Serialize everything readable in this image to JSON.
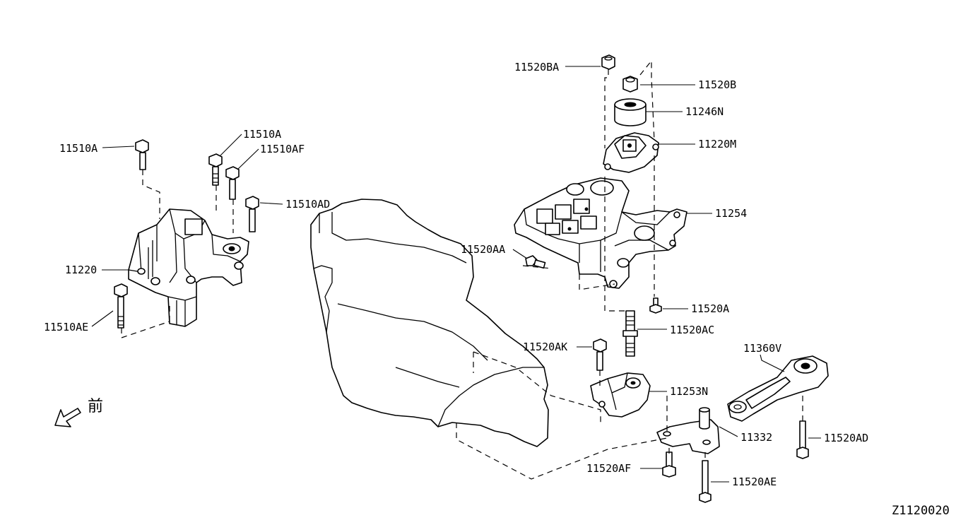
{
  "diagram_id": "Z1120020",
  "front_marker": "前",
  "labels": {
    "l_11510A_left": "11510A",
    "l_11510A_top": "11510A",
    "l_11510AF": "11510AF",
    "l_11510AD": "11510AD",
    "l_11220": "11220",
    "l_11510AE": "11510AE",
    "l_11520BA": "11520BA",
    "l_11520B": "11520B",
    "l_11246N": "11246N",
    "l_11220M": "11220M",
    "l_11254": "11254",
    "l_11520AA": "11520AA",
    "l_11520A": "11520A",
    "l_11520AC": "11520AC",
    "l_11520AK": "11520AK",
    "l_11360V": "11360V",
    "l_11253N": "11253N",
    "l_11332": "11332",
    "l_11520AD": "11520AD",
    "l_11520AF": "11520AF",
    "l_11520AE": "11520AE"
  },
  "icons": {
    "front_arrow": "front-direction-arrow-icon"
  }
}
